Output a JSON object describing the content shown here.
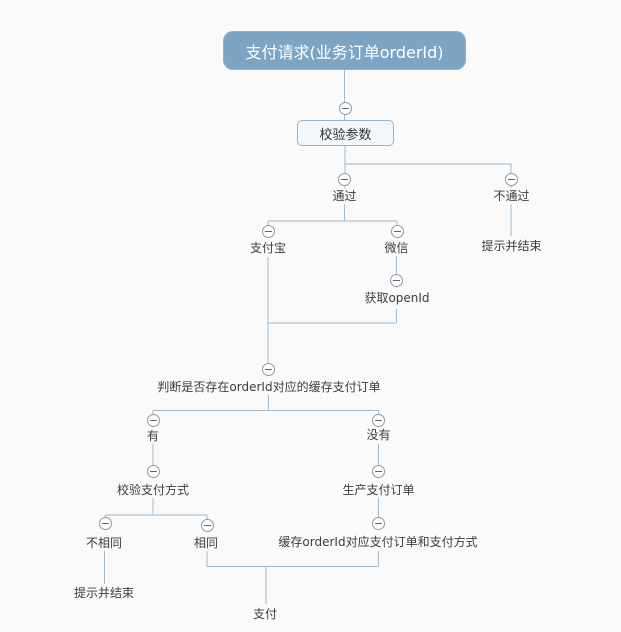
{
  "theme": {
    "background": "#fafafa",
    "root_fill": "#7da5c3",
    "root_text_color": "#ffffff",
    "box_fill": "#f2f7fb",
    "box_border": "#94b2ca",
    "connector_color": "#9fbbd1",
    "label_color": "#3d3d3d",
    "collapse_icon": "minus-circle"
  },
  "mindmap": {
    "root": {
      "label": "支付请求(业务订单orderId)"
    },
    "nodes": {
      "validate_params": {
        "label": "校验参数"
      },
      "pass": {
        "label": "通过"
      },
      "fail": {
        "label": "不通过"
      },
      "fail_end": {
        "label": "提示并结束"
      },
      "alipay": {
        "label": "支付宝"
      },
      "wechat": {
        "label": "微信"
      },
      "get_openid": {
        "label": "获取openId"
      },
      "check_cached_order": {
        "label": "判断是否存在orderId对应的缓存支付订单"
      },
      "has": {
        "label": "有"
      },
      "has_not": {
        "label": "没有"
      },
      "verify_pay_method": {
        "label": "校验支付方式"
      },
      "create_pay_order": {
        "label": "生产支付订单"
      },
      "not_same": {
        "label": "不相同"
      },
      "same": {
        "label": "相同"
      },
      "cache_order": {
        "label": "缓存orderId对应支付订单和支付方式"
      },
      "not_same_end": {
        "label": "提示并结束"
      },
      "pay": {
        "label": "支付"
      }
    }
  }
}
